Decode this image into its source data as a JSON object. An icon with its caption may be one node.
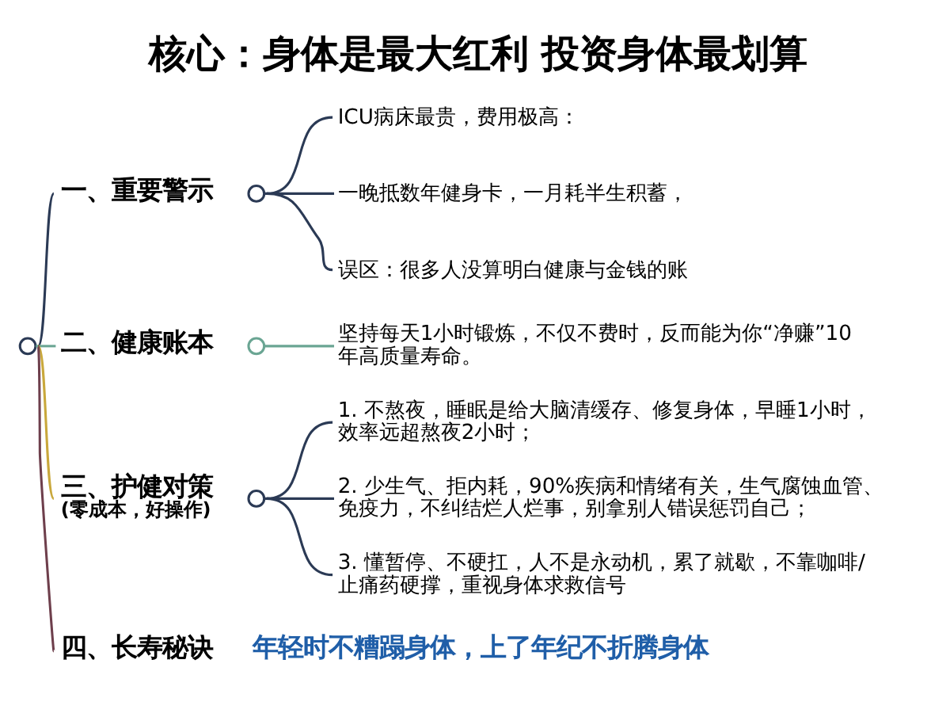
{
  "diagram": {
    "title": "核心：身体是最大红利 投资身体最划算",
    "nodes": [
      {
        "text": [],
        "shape": "circle"
      },
      {
        "text": [
          "一、重要警示"
        ]
      },
      {
        "text": [],
        "shape": "circle"
      },
      {
        "text": [
          "ICU病床最贵，费用极高："
        ]
      },
      {
        "text": [
          "一晚抵数年健身卡，一月耗半生积蓄，"
        ]
      },
      {
        "text": [
          "误区：很多人没算明白健康与金钱的账"
        ]
      },
      {
        "text": [
          "二、健康账本"
        ]
      },
      {
        "text": [],
        "shape": "circle"
      },
      {
        "text": [
          "坚持每天1小时锻炼，不仅不费时，反而能为你“净赚”10年高质量寿命。"
        ]
      },
      {
        "text": [
          "三、护健对策",
          "(零成本，好操作)"
        ]
      },
      {
        "text": [],
        "shape": "circle"
      },
      {
        "text": [
          "1. 不熬夜，睡眠是给大脑清缓存、修复身体，早睡1小时，效率远超熬夜2小时；"
        ]
      },
      {
        "text": [
          "2. 少生气、拒内耗，90%疾病和情绪有关，生气腐蚀血管、免疫力，不纠结烂人烂事，别拿别人错误惩罚自己；"
        ]
      },
      {
        "text": [
          "3. 懂暂停、不硬扛，人不是永动机，累了就歇，不靠咖啡/止痛药硬撑，重视身体求救信号"
        ]
      },
      {
        "text": [
          "四、长寿秘诀"
        ],
        "beside": [
          "年轻时不糟蹋身体，上了年纪不折腾身体"
        ]
      }
    ],
    "edges": [
      {
        "from": 0,
        "to": 1,
        "arrow": "none"
      },
      {
        "from": 0,
        "to": 6,
        "arrow": "none",
        "color": "#6aa593"
      },
      {
        "from": 0,
        "to": 9,
        "arrow": "none",
        "color": "#c9a83c"
      },
      {
        "from": 0,
        "to": 14,
        "arrow": "none",
        "color": "#6e3f4c"
      },
      {
        "from": 2,
        "to": 3,
        "arrow": "none"
      },
      {
        "from": 2,
        "to": 4,
        "arrow": "none"
      },
      {
        "from": 2,
        "to": 5,
        "arrow": "none"
      },
      {
        "from": 7,
        "to": 8,
        "arrow": "none",
        "color": "#6aa593"
      },
      {
        "from": 10,
        "to": 11,
        "arrow": "none"
      },
      {
        "from": 10,
        "to": 12,
        "arrow": "none"
      },
      {
        "from": 10,
        "to": 13,
        "arrow": "none"
      }
    ]
  }
}
